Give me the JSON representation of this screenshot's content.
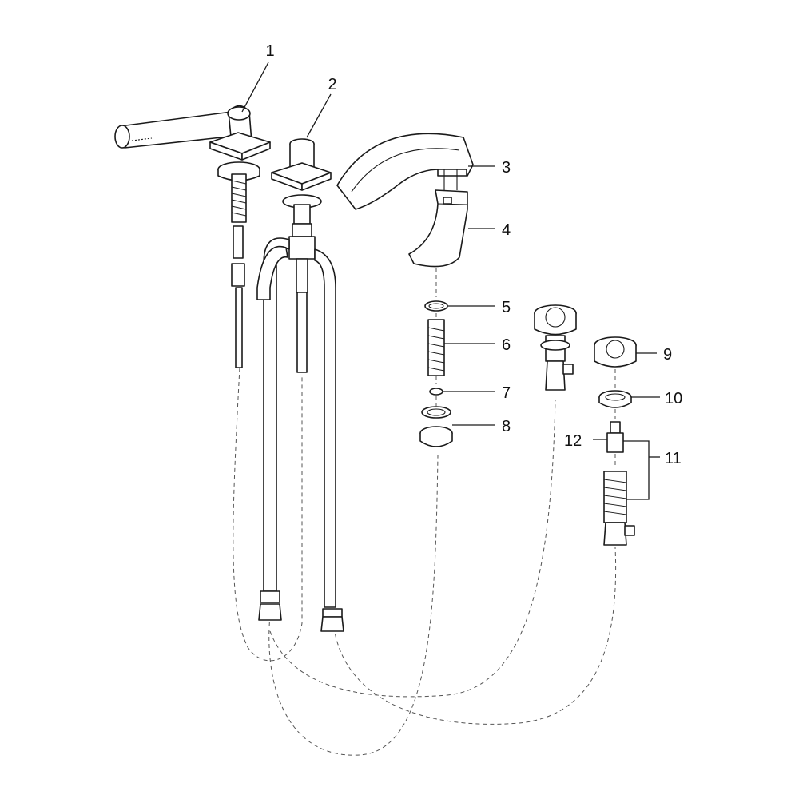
{
  "diagram": {
    "callouts": [
      {
        "id": "1",
        "label": "1"
      },
      {
        "id": "2",
        "label": "2"
      },
      {
        "id": "3",
        "label": "3"
      },
      {
        "id": "4",
        "label": "4"
      },
      {
        "id": "5",
        "label": "5"
      },
      {
        "id": "6",
        "label": "6"
      },
      {
        "id": "7",
        "label": "7"
      },
      {
        "id": "8",
        "label": "8"
      },
      {
        "id": "9",
        "label": "9"
      },
      {
        "id": "10",
        "label": "10"
      },
      {
        "id": "11",
        "label": "11"
      },
      {
        "id": "12",
        "label": "12"
      }
    ],
    "colors": {
      "line": "#1a1a1a",
      "background": "#ffffff",
      "dashed": "#555555"
    }
  }
}
